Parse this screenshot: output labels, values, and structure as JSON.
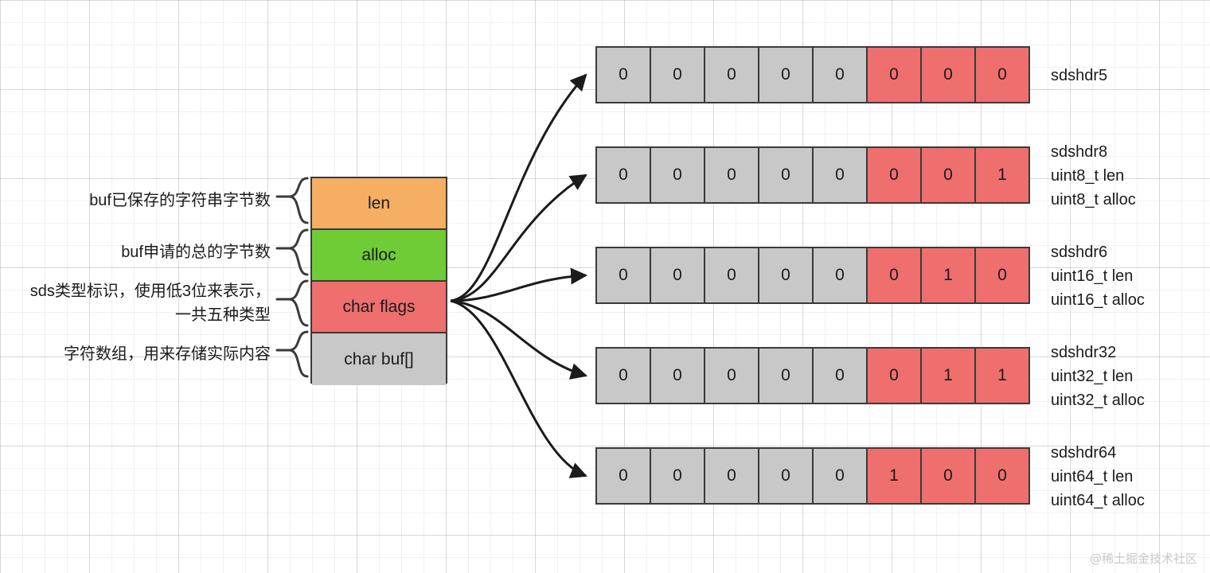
{
  "diagram": {
    "title": "Redis SDS structure and flags type encoding",
    "colors": {
      "len": "#f5ae62",
      "alloc": "#6fcc36",
      "flags": "#ef6e6e",
      "buf": "#c8c8c8",
      "cell_normal": "#c8c8c8",
      "cell_highlight": "#ef6e6e",
      "stroke": "#3a3a3a",
      "background": "#ffffff"
    }
  },
  "struct_fields": [
    {
      "label": "len",
      "color_key": "len",
      "annotation": "buf已保存的字符串字节数"
    },
    {
      "label": "alloc",
      "color_key": "alloc",
      "annotation": "buf申请的总的字节数"
    },
    {
      "label": "char flags",
      "color_key": "flags",
      "annotation": "sds类型标识，使用低3位来表示，一共五种类型"
    },
    {
      "label": "char buf[]",
      "color_key": "buf",
      "annotation": "字符数组，用来存储实际内容"
    }
  ],
  "byte_rows": [
    {
      "bits": [
        "0",
        "0",
        "0",
        "0",
        "0",
        "0",
        "0",
        "0"
      ],
      "highlight_from": 5,
      "label_lines": [
        "sdshdr5"
      ]
    },
    {
      "bits": [
        "0",
        "0",
        "0",
        "0",
        "0",
        "0",
        "0",
        "1"
      ],
      "highlight_from": 5,
      "label_lines": [
        "sdshdr8",
        "uint8_t len",
        "uint8_t alloc"
      ]
    },
    {
      "bits": [
        "0",
        "0",
        "0",
        "0",
        "0",
        "0",
        "1",
        "0"
      ],
      "highlight_from": 5,
      "label_lines": [
        "sdshdr6",
        "uint16_t len",
        "uint16_t alloc"
      ]
    },
    {
      "bits": [
        "0",
        "0",
        "0",
        "0",
        "0",
        "0",
        "1",
        "1"
      ],
      "highlight_from": 5,
      "label_lines": [
        "sdshdr32",
        "uint32_t len",
        "uint32_t alloc"
      ]
    },
    {
      "bits": [
        "0",
        "0",
        "0",
        "0",
        "0",
        "1",
        "0",
        "0"
      ],
      "highlight_from": 5,
      "label_lines": [
        "sdshdr64",
        "uint64_t len",
        "uint64_t alloc"
      ]
    }
  ],
  "watermark": "@稀土掘金技术社区"
}
